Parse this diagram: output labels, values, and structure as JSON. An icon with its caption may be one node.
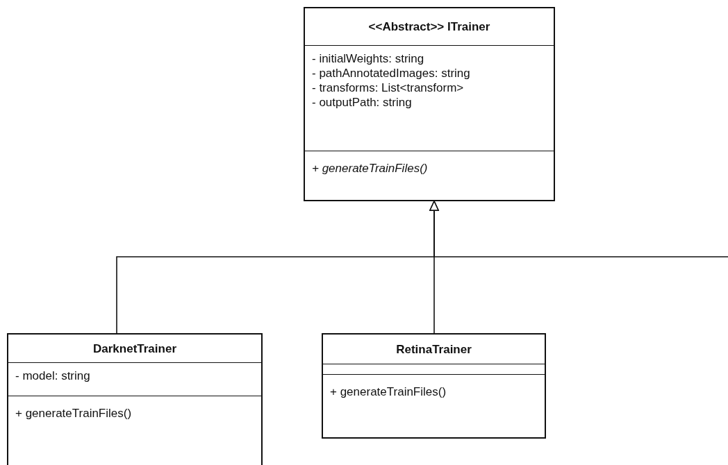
{
  "diagram": {
    "nodes": [
      {
        "text": [
          "<<Abstract>> ITrainer",
          "- initialWeights: string",
          "- pathAnnotatedImages: string",
          "- transforms: List<transform>",
          "- outputPath: string",
          "+ generateTrainFiles()"
        ]
      },
      {
        "text": [
          "DarknetTrainer",
          "- model: string",
          "+ generateTrainFiles()"
        ]
      },
      {
        "text": [
          "RetinaTrainer",
          "+ generateTrainFiles()"
        ]
      }
    ],
    "edges": [
      {
        "from": 1,
        "to": 0,
        "arrow": "to"
      },
      {
        "from": 2,
        "to": 0,
        "arrow": "to"
      },
      {
        "from": null,
        "to": 0,
        "arrow": "to"
      }
    ]
  }
}
